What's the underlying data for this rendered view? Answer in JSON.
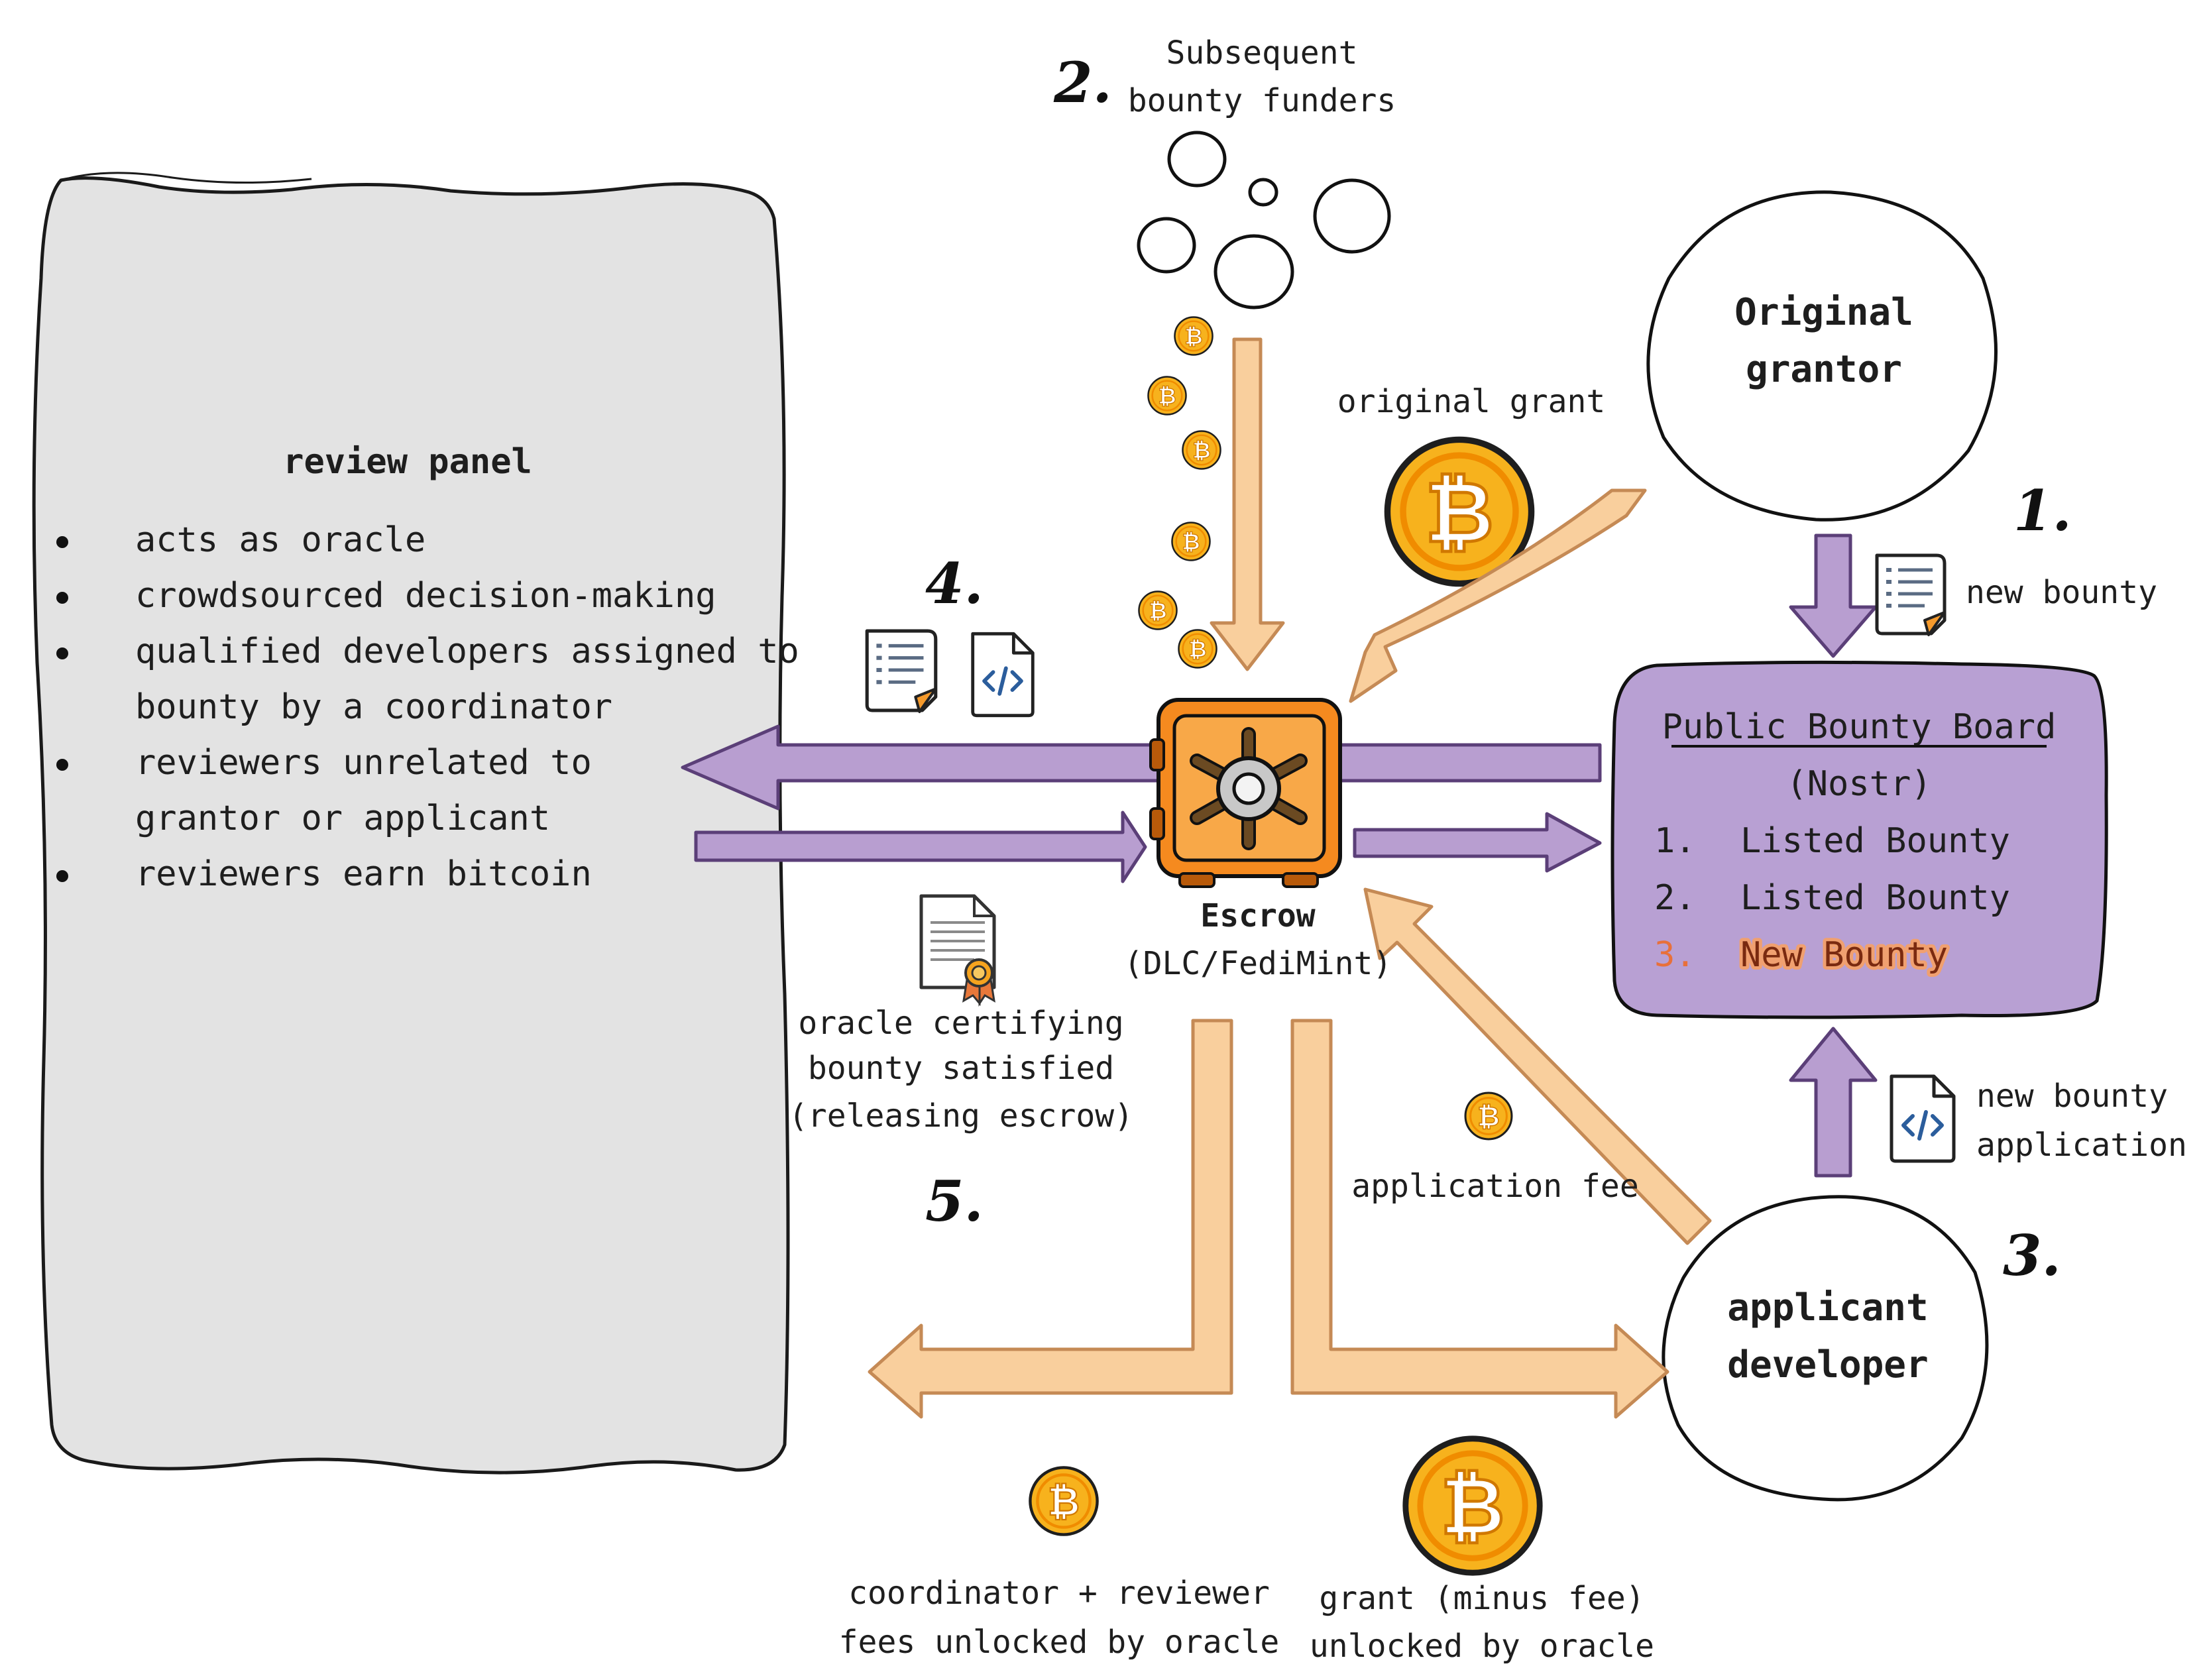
{
  "colors": {
    "purple_arrow": "#b89ed0",
    "purple_stroke": "#5b3f78",
    "peach_arrow": "#f9cf9d",
    "peach_stroke": "#c58a55",
    "board_fill": "#b8a0d3",
    "panel_fill": "#e3e3e3",
    "coin_fill": "#f7b21d",
    "coin_ring": "#f4a210",
    "safe_orange": "#f58a1f",
    "highlight": "#e8703a"
  },
  "steps": {
    "s1": "1.",
    "s2": "2.",
    "s3": "3.",
    "s4": "4.",
    "s5": "5."
  },
  "review_panel": {
    "title": "review panel",
    "bullets": [
      [
        "acts as oracle"
      ],
      [
        "crowdsourced decision-making"
      ],
      [
        "qualified developers assigned to",
        "bounty by a coordinator"
      ],
      [
        "reviewers unrelated to",
        "grantor or applicant"
      ],
      [
        "reviewers earn bitcoin"
      ]
    ]
  },
  "funders": {
    "line1": "Subsequent",
    "line2": "bounty funders"
  },
  "original_grant": "original grant",
  "grantor": {
    "line1": "Original",
    "line2": "grantor"
  },
  "new_bounty": "new bounty",
  "board": {
    "title": "Public Bounty Board",
    "subtitle": "(Nostr)",
    "items": [
      {
        "num": "1.",
        "label": "Listed Bounty"
      },
      {
        "num": "2.",
        "label": "Listed Bounty"
      },
      {
        "num": "3.",
        "label": "New Bounty"
      }
    ]
  },
  "escrow": {
    "title": "Escrow",
    "subtitle": "(DLC/FediMint)"
  },
  "application": {
    "line1": "new bounty",
    "line2": "application"
  },
  "application_fee": "application fee",
  "developer": {
    "line1": "applicant",
    "line2": "developer"
  },
  "oracle_cert": {
    "line1": "oracle certifying",
    "line2": "bounty satisfied",
    "line3": "(releasing escrow)"
  },
  "reviewer_fees": {
    "line1": "coordinator + reviewer",
    "line2": "fees unlocked by oracle"
  },
  "grant_payout": {
    "line1": "grant (minus fee)",
    "line2": "unlocked by oracle"
  },
  "icons": {
    "document": "document-icon",
    "code_file": "code-file-icon",
    "certificate": "certificate-icon",
    "bitcoin": "bitcoin-coin-icon",
    "safe": "escrow-safe-icon",
    "code_glyph": "</>",
    "bitcoin_glyph": "₿"
  }
}
